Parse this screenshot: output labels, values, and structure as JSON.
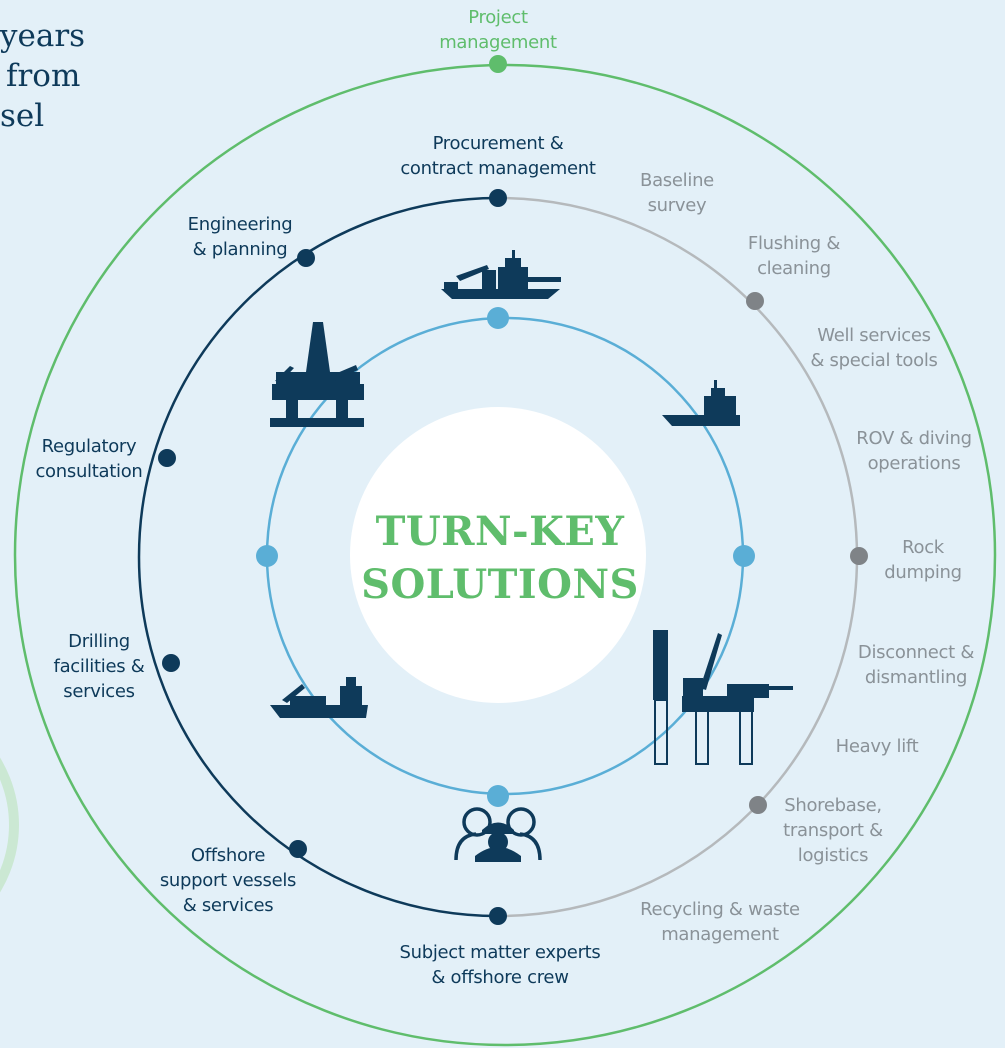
{
  "headline": {
    "lines": [
      "years",
      "from",
      "sel"
    ]
  },
  "center": {
    "title_line1": "TURN-KEY",
    "title_line2": "SOLUTIONS"
  },
  "outer_ring": {
    "top_label": [
      "Project",
      "management"
    ]
  },
  "middle_ring_navy": {
    "procurement": [
      "Procurement &",
      "contract management"
    ],
    "engineering": [
      "Engineering",
      "& planning"
    ],
    "regulatory": [
      "Regulatory",
      "consultation"
    ],
    "drilling": [
      "Drilling",
      "facilities &",
      "services"
    ],
    "offshore_support": [
      "Offshore",
      "support vessels",
      "& services"
    ],
    "sme": [
      "Subject matter experts",
      "& offshore crew"
    ]
  },
  "middle_ring_grey": {
    "baseline": [
      "Baseline",
      "survey"
    ],
    "flushing": [
      "Flushing &",
      "cleaning"
    ],
    "well_services": [
      "Well services",
      "& special tools"
    ],
    "rov": [
      "ROV & diving",
      "operations"
    ],
    "rock": [
      "Rock",
      "dumping"
    ],
    "disconnect": [
      "Disconnect &",
      "dismantling"
    ],
    "heavy_lift": [
      "Heavy lift"
    ],
    "shorebase": [
      "Shorebase,",
      "transport &",
      "logistics"
    ],
    "recycling": [
      "Recycling & waste",
      "management"
    ]
  },
  "colors": {
    "background": "#e3f0f8",
    "outer_ring": "#5fbd6c",
    "navy": "#0e3a5a",
    "grey_ring": "#b5b9bc",
    "grey_dot": "#7f8387",
    "inner_ring": "#5aaed6",
    "center_fill": "#ffffff"
  },
  "icons": [
    "crane-vessel-icon",
    "rig-icon",
    "supply-ship-icon",
    "jackup-rig-icon",
    "cargo-ship-icon",
    "crew-icon"
  ]
}
